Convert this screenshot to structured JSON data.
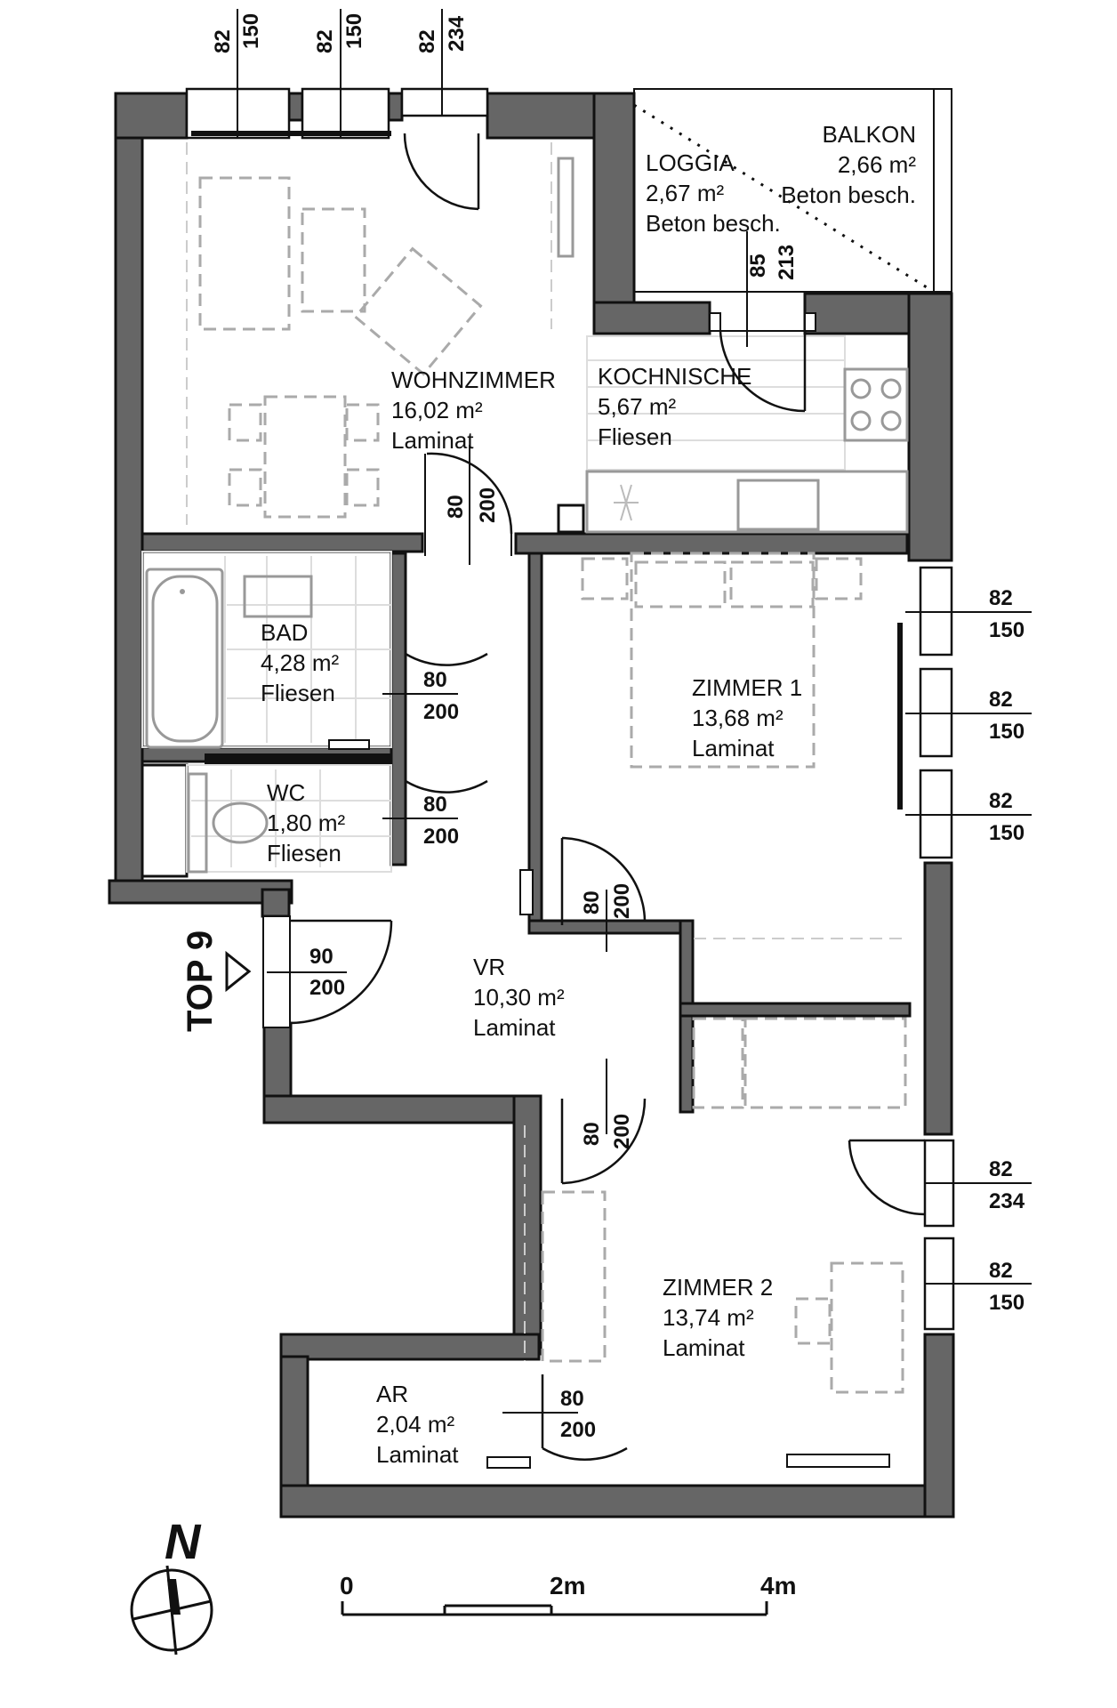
{
  "rooms": {
    "wohnzimmer": {
      "name": "WOHNZIMMER",
      "area": "16,02 m²",
      "floor": "Laminat"
    },
    "kochnische": {
      "name": "KOCHNISCHE",
      "area": "5,67 m²",
      "floor": "Fliesen"
    },
    "loggia": {
      "name": "LOGGIA",
      "area": "2,67 m²",
      "floor": "Beton besch."
    },
    "balkon": {
      "name": "BALKON",
      "area": "2,66 m²",
      "floor": "Beton besch."
    },
    "bad": {
      "name": "BAD",
      "area": "4,28 m²",
      "floor": "Fliesen"
    },
    "wc": {
      "name": "WC",
      "area": "1,80 m²",
      "floor": "Fliesen"
    },
    "zimmer1": {
      "name": "ZIMMER 1",
      "area": "13,68 m²",
      "floor": "Laminat"
    },
    "vr": {
      "name": "VR",
      "area": "10,30 m²",
      "floor": "Laminat"
    },
    "zimmer2": {
      "name": "ZIMMER 2",
      "area": "13,74 m²",
      "floor": "Laminat"
    },
    "ar": {
      "name": "AR",
      "area": "2,04 m²",
      "floor": "Laminat"
    }
  },
  "windows_top": [
    {
      "w": "82",
      "h": "150"
    },
    {
      "w": "82",
      "h": "150"
    },
    {
      "w": "82",
      "h": "234"
    }
  ],
  "windows_right": [
    {
      "w": "82",
      "h": "150"
    },
    {
      "w": "82",
      "h": "150"
    },
    {
      "w": "82",
      "h": "150"
    },
    {
      "w": "82",
      "h": "234"
    },
    {
      "w": "82",
      "h": "150"
    }
  ],
  "doors": {
    "loggia": {
      "w": "85",
      "h": "213"
    },
    "wohn": {
      "w": "80",
      "h": "200"
    },
    "bad": {
      "w": "80",
      "h": "200"
    },
    "wc": {
      "w": "80",
      "h": "200"
    },
    "zimmer1": {
      "w": "80",
      "h": "200"
    },
    "entrance": {
      "w": "90",
      "h": "200"
    },
    "zimmer2": {
      "w": "80",
      "h": "200"
    },
    "ar": {
      "w": "80",
      "h": "200"
    }
  },
  "entrance_label": "TOP 9",
  "north_label": "N",
  "scale": {
    "zero": "0",
    "mid": "2m",
    "end": "4m"
  }
}
